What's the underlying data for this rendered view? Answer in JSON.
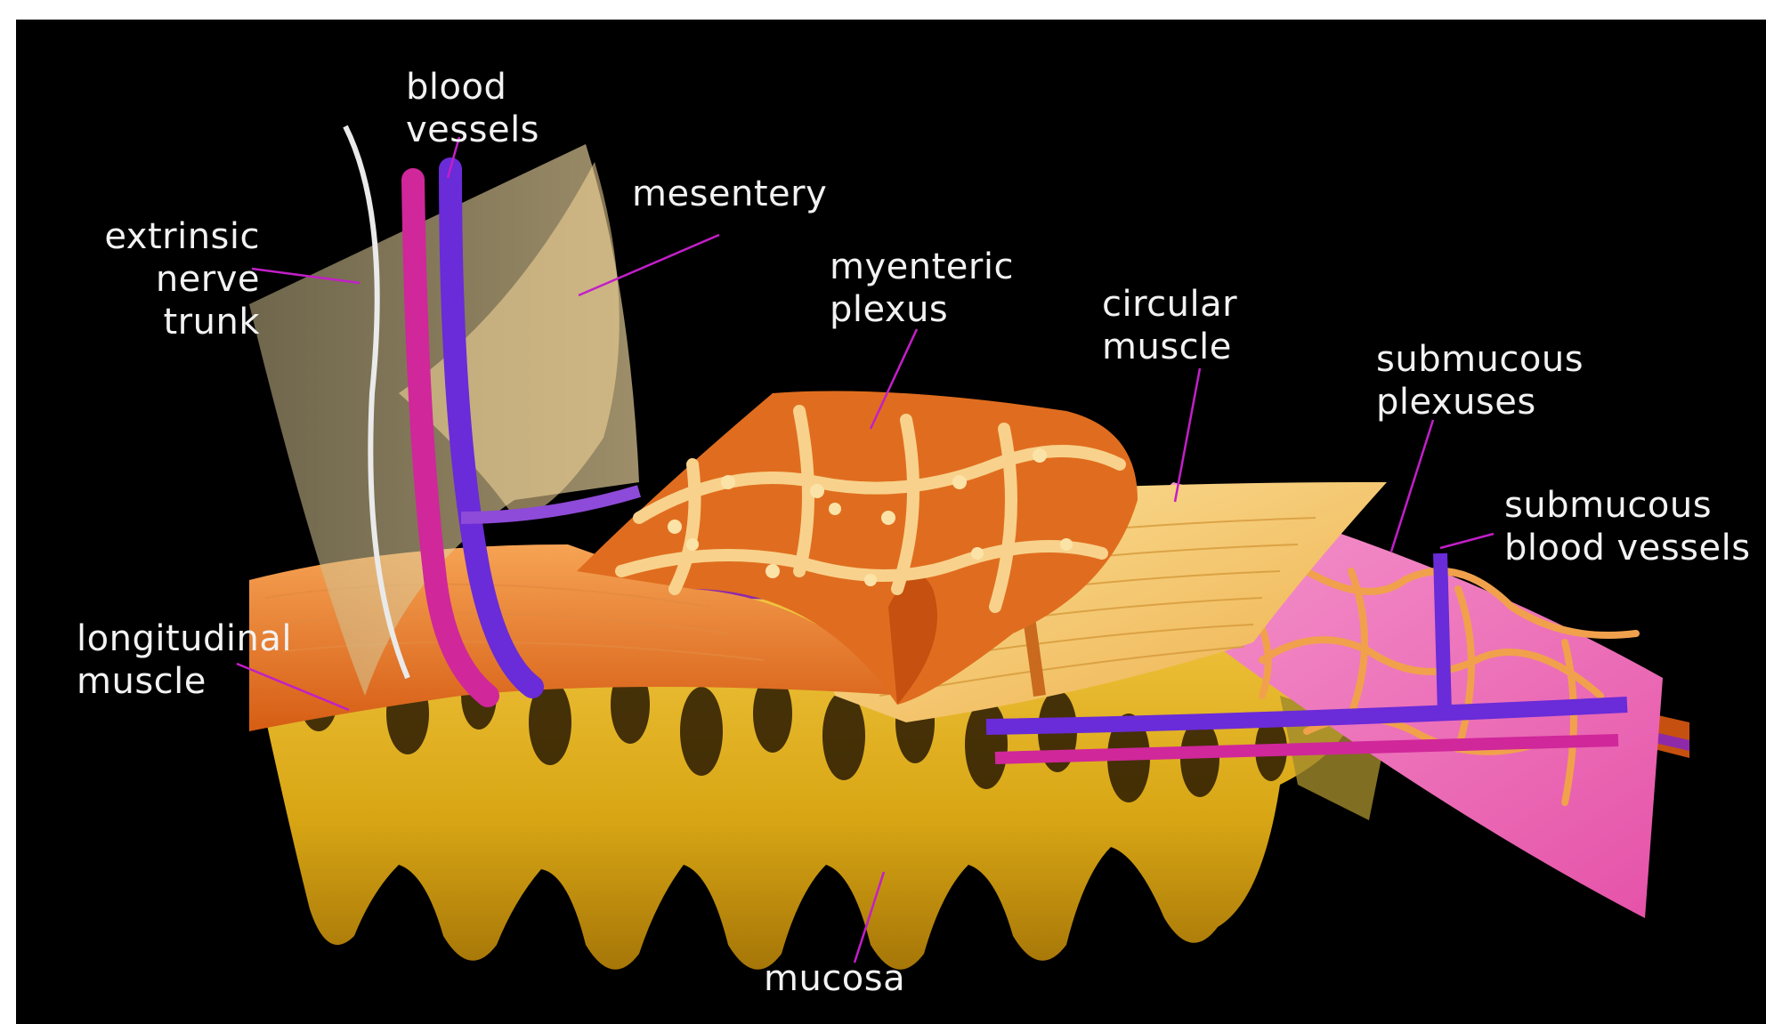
{
  "diagram": {
    "labels": {
      "blood_vessels": [
        "blood",
        "vessels"
      ],
      "extrinsic_nerve_trunk": [
        "extrinsic",
        "nerve",
        "trunk"
      ],
      "mesentery": [
        "mesentery"
      ],
      "myenteric_plexus": [
        "myenteric",
        "plexus"
      ],
      "circular_muscle": [
        "circular",
        "muscle"
      ],
      "submucous_plexuses": [
        "submucous",
        "plexuses"
      ],
      "submucous_blood_vessels": [
        "submucous",
        "blood vessels"
      ],
      "longitudinal_muscle": [
        "longitudinal",
        "muscle"
      ],
      "mucosa": [
        "mucosa"
      ]
    },
    "colors": {
      "background": "#000000",
      "label_text": "#f2f2f2",
      "leader_line": "#c21fc8",
      "muscle_orange": "#e8741e",
      "circular_muscle_yellow": "#f5c86a",
      "submucosa_pink": "#f07ac0",
      "mucosa_gold": "#d8a614",
      "vessel_magenta": "#d0279a",
      "vessel_purple": "#6a2bd8",
      "mesentery_tan": "#f2d89a"
    }
  }
}
